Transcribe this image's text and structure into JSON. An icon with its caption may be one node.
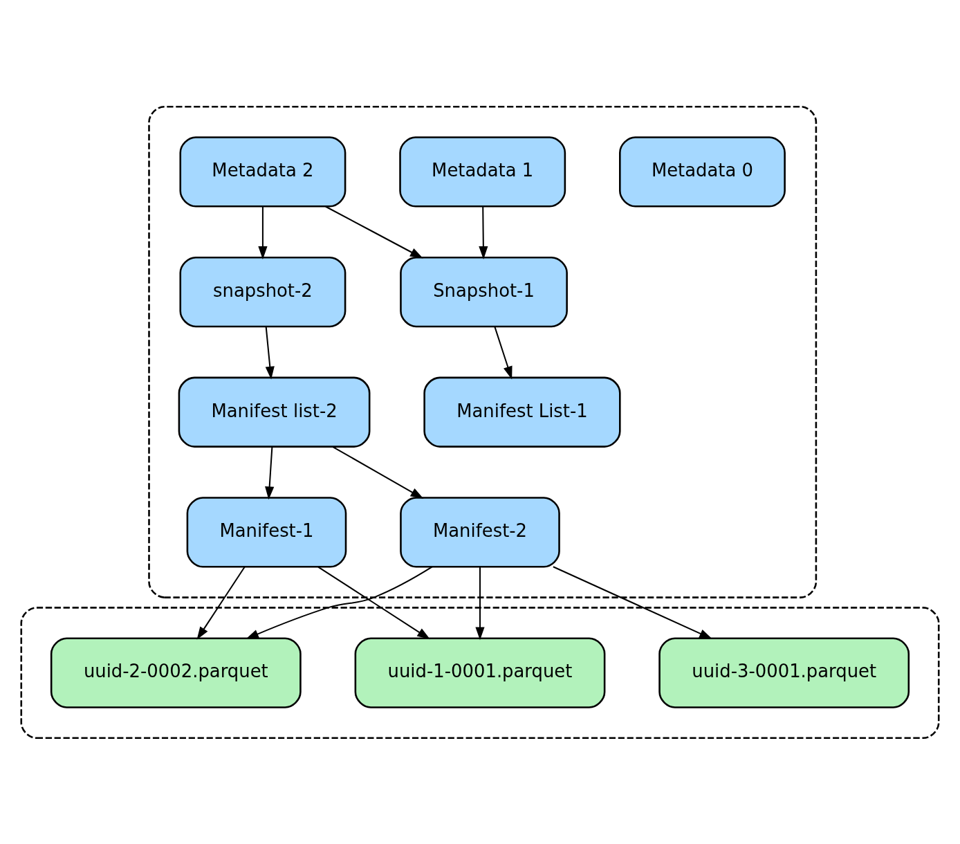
{
  "diagram": {
    "nodes": [
      {
        "text": [],
        "shape": "box"
      },
      {
        "text": [
          "Metadata 0"
        ],
        "in": 0
      },
      {
        "text": [
          "Metadata 1"
        ],
        "in": 0
      },
      {
        "text": [
          "Metadata 2"
        ],
        "in": 0
      },
      {
        "text": [
          "Snapshot-1"
        ],
        "in": 0
      },
      {
        "text": [
          "snapshot-2"
        ],
        "in": 0
      },
      {
        "text": [
          "Manifest List-1"
        ],
        "in": 0
      },
      {
        "text": [
          "Manifest list-2"
        ],
        "in": 0
      },
      {
        "text": [
          "Manifest-1"
        ],
        "in": 0
      },
      {
        "text": [
          "Manifest-2"
        ],
        "in": 0
      },
      {
        "text": [],
        "shape": "box"
      },
      {
        "text": [
          "uuid-1-0001.parquet"
        ],
        "in": 10
      },
      {
        "text": [
          "uuid-2-0002.parquet"
        ],
        "in": 10
      },
      {
        "text": [
          "uuid-3-0001.parquet"
        ],
        "in": 10
      }
    ],
    "edges": [
      {
        "from": 2,
        "to": 4,
        "arrow": "to"
      },
      {
        "from": 3,
        "to": 4,
        "arrow": "to"
      },
      {
        "from": 3,
        "to": 5,
        "arrow": "to"
      },
      {
        "from": 4,
        "to": 6,
        "arrow": "to"
      },
      {
        "from": 5,
        "to": 7,
        "arrow": "to"
      },
      {
        "from": 7,
        "to": 8,
        "arrow": "to"
      },
      {
        "from": 7,
        "to": 9,
        "arrow": "to"
      },
      {
        "from": 8,
        "to": 11,
        "arrow": "to"
      },
      {
        "from": 8,
        "to": 12,
        "arrow": "to"
      },
      {
        "from": 9,
        "to": 11,
        "arrow": "to"
      },
      {
        "from": 9,
        "to": 12,
        "arrow": "to"
      },
      {
        "from": 9,
        "to": 13,
        "arrow": "to"
      }
    ]
  }
}
